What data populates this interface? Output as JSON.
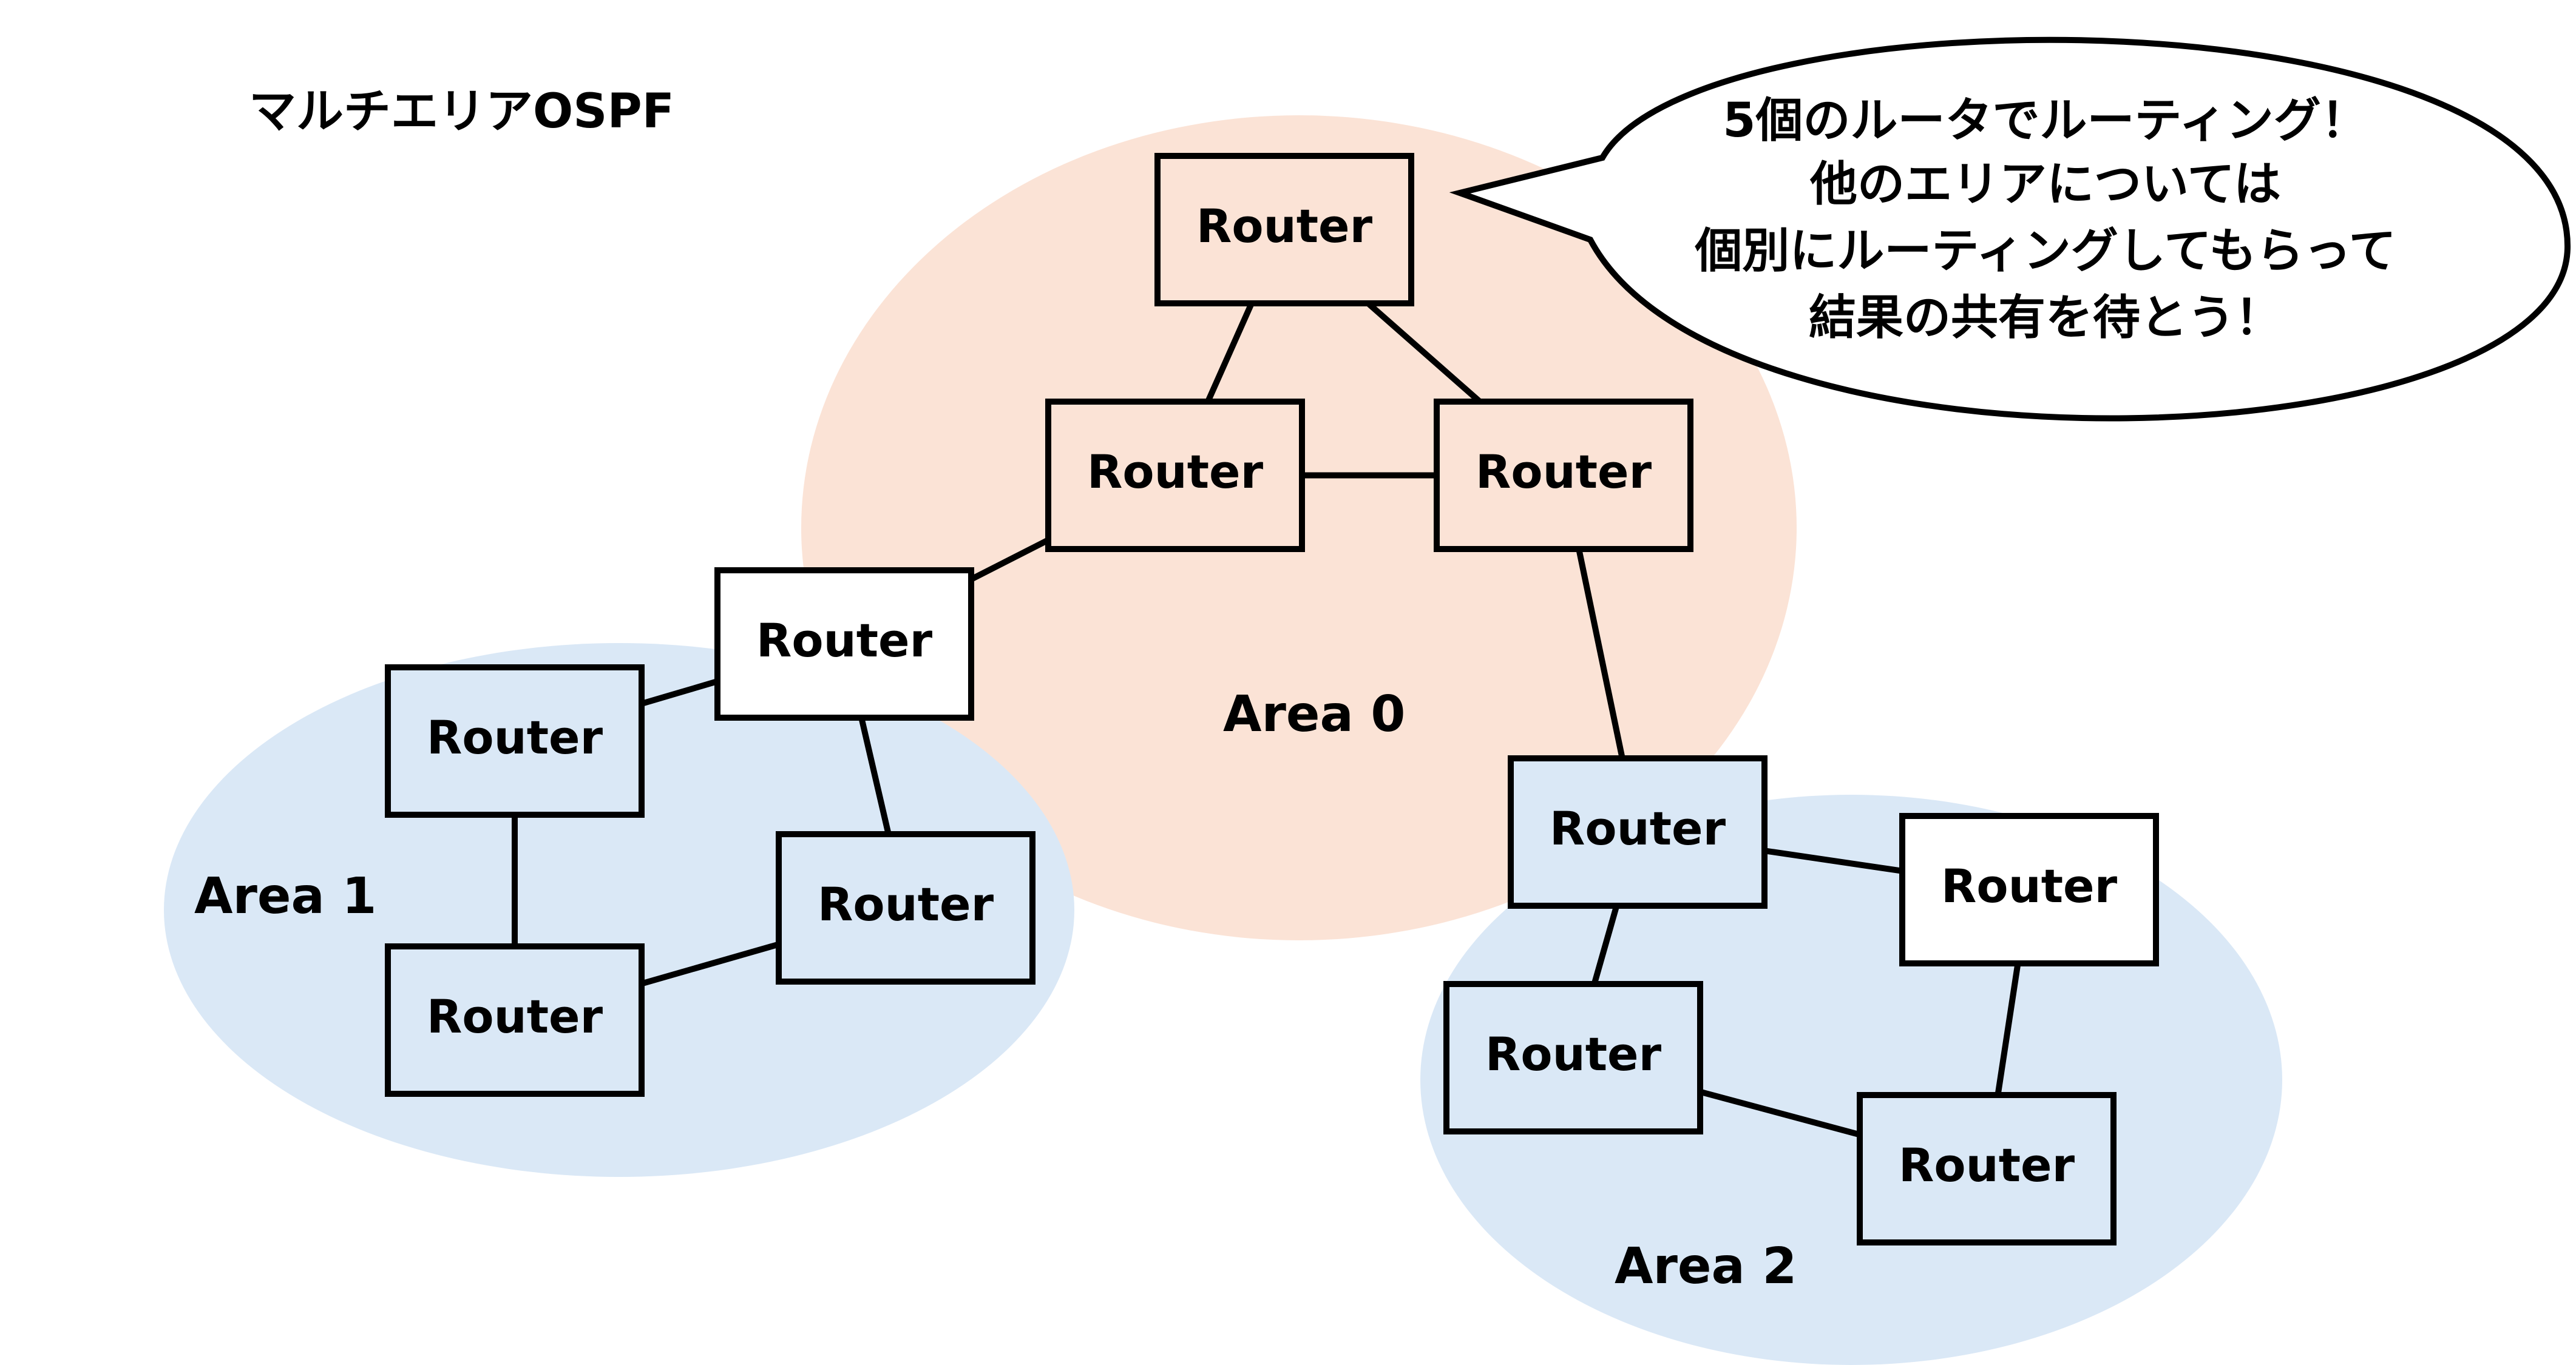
{
  "title": "マルチエリアOSPF",
  "areas": [
    {
      "id": "area0",
      "label": "Area 0",
      "color": "#fbe3d6"
    },
    {
      "id": "area1",
      "label": "Area 1",
      "color": "#dae8f6"
    },
    {
      "id": "area2",
      "label": "Area 2",
      "color": "#dae8f6"
    }
  ],
  "routers": [
    {
      "id": "r_top",
      "label": "Router",
      "fill": "#fbe3d6"
    },
    {
      "id": "r_a0_left",
      "label": "Router",
      "fill": "#fbe3d6"
    },
    {
      "id": "r_a0_right",
      "label": "Router",
      "fill": "#fbe3d6"
    },
    {
      "id": "r_abr1",
      "label": "Router",
      "fill": "#ffffff"
    },
    {
      "id": "r_a1_tl",
      "label": "Router",
      "fill": "#dae8f6"
    },
    {
      "id": "r_a1_bl",
      "label": "Router",
      "fill": "#dae8f6"
    },
    {
      "id": "r_a1_right",
      "label": "Router",
      "fill": "#dae8f6"
    },
    {
      "id": "r_abr2",
      "label": "Router",
      "fill": "#dae8f6"
    },
    {
      "id": "r_a2_tr",
      "label": "Router",
      "fill": "#ffffff"
    },
    {
      "id": "r_a2_left",
      "label": "Router",
      "fill": "#dae8f6"
    },
    {
      "id": "r_a2_br",
      "label": "Router",
      "fill": "#dae8f6"
    }
  ],
  "links": [
    [
      "r_top",
      "r_a0_left"
    ],
    [
      "r_top",
      "r_a0_right"
    ],
    [
      "r_a0_left",
      "r_a0_right"
    ],
    [
      "r_a0_left",
      "r_abr1"
    ],
    [
      "r_abr1",
      "r_a1_tl"
    ],
    [
      "r_abr1",
      "r_a1_right"
    ],
    [
      "r_a1_tl",
      "r_a1_bl"
    ],
    [
      "r_a1_bl",
      "r_a1_right"
    ],
    [
      "r_a0_right",
      "r_abr2"
    ],
    [
      "r_abr2",
      "r_a2_tr"
    ],
    [
      "r_abr2",
      "r_a2_left"
    ],
    [
      "r_a2_left",
      "r_a2_br"
    ],
    [
      "r_a2_tr",
      "r_a2_br"
    ]
  ],
  "speech_bubble": {
    "lines": [
      "5個のルータでルーティング！",
      "他のエリアについては",
      "個別にルーティングしてもらって",
      "結果の共有を待とう！"
    ]
  }
}
